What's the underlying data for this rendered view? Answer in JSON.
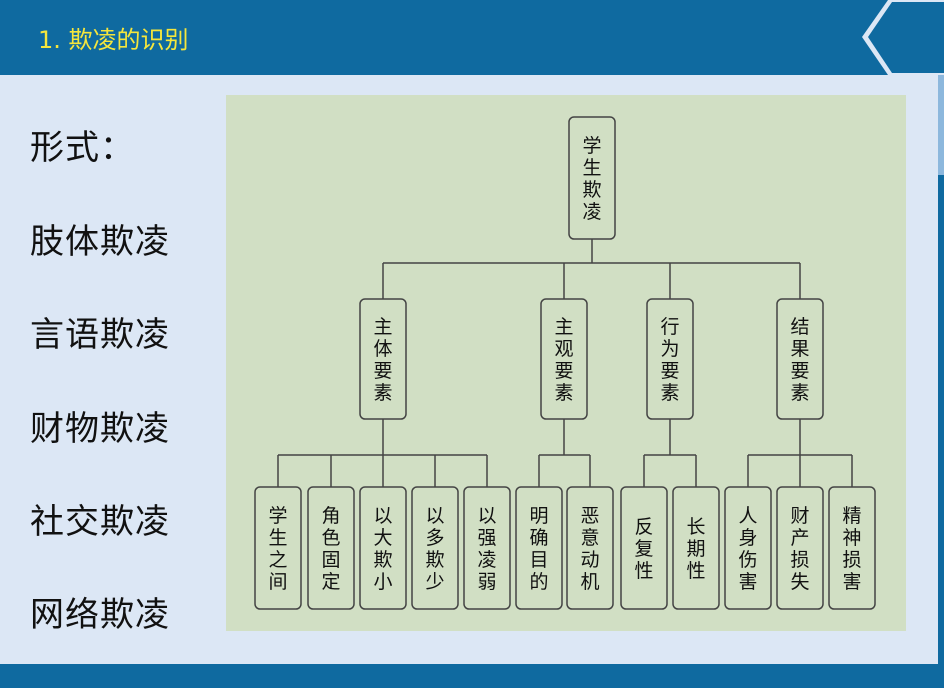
{
  "header": {
    "title": "1. 欺凌的识别"
  },
  "forms": {
    "heading": "形式：",
    "items": [
      "肢体欺凌",
      "言语欺凌",
      "财物欺凌",
      "社交欺凌",
      "网络欺凌"
    ]
  },
  "diagram": {
    "root": "学生欺凌",
    "categories": [
      {
        "label": "主体要素",
        "children": [
          "学生之间",
          "角色固定",
          "以大欺小",
          "以多欺少",
          "以强凌弱"
        ]
      },
      {
        "label": "主观要素",
        "children": [
          "明确目的",
          "恶意动机"
        ]
      },
      {
        "label": "行为要素",
        "children": [
          "反复性",
          "长期性"
        ]
      },
      {
        "label": "结果要素",
        "children": [
          "人身伤害",
          "财产损失",
          "精神损害"
        ]
      }
    ]
  },
  "colors": {
    "header_bg": "#0f6aa0",
    "header_title": "#f5e63c",
    "page_bg": "#dce7f5",
    "diagram_bg": "#d1dfc4",
    "node_border": "#444444"
  }
}
